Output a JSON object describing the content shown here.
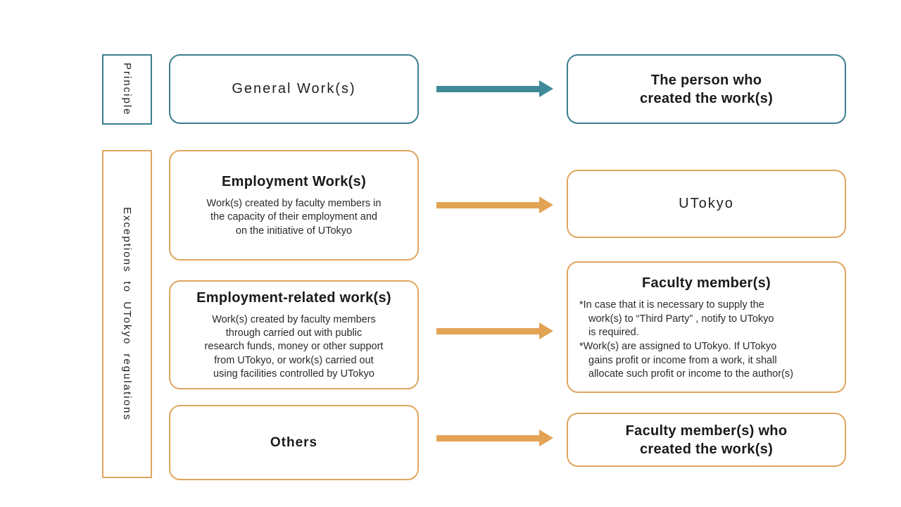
{
  "colors": {
    "teal_border": "#3A7F8F",
    "teal_arrow": "#3E8A99",
    "orange_border": "#DFA55F",
    "orange_arrow": "#E3A355",
    "text": "#1F1F1F",
    "background": "#FFFFFF"
  },
  "left_labels": {
    "principle": "Principle",
    "exceptions": "Exceptions to UTokyo regulations"
  },
  "middle_column": {
    "general": {
      "title": "General Work(s)"
    },
    "employment": {
      "title": "Employment Work(s)",
      "desc_lines": [
        "Work(s) created by faculty members in",
        "the capacity of their employment and",
        "on the initiative of UTokyo"
      ]
    },
    "employment_related": {
      "title": "Employment-related work(s)",
      "desc_lines": [
        "Work(s) created by faculty members",
        "through carried out with public",
        "research funds, money or other support",
        "from UTokyo, or work(s) carried out",
        "using facilities controlled by UTokyo"
      ]
    },
    "others": {
      "title": "Others"
    }
  },
  "right_column": {
    "person": {
      "line1": "The person who",
      "line2": "created the work(s)"
    },
    "utokyo": {
      "title": "UTokyo"
    },
    "faculty": {
      "title": "Faculty member(s)",
      "note_lines": [
        "*In case that it is necessary to supply the",
        "work(s) to “Third Party” , notify to UTokyo",
        "is required.",
        "*Work(s) are assigned to UTokyo. If UTokyo",
        "gains profit or income from a work, it shall",
        "allocate such profit or income to the author(s)"
      ]
    },
    "faculty_created": {
      "line1": "Faculty member(s) who",
      "line2": "created the work(s)"
    }
  }
}
